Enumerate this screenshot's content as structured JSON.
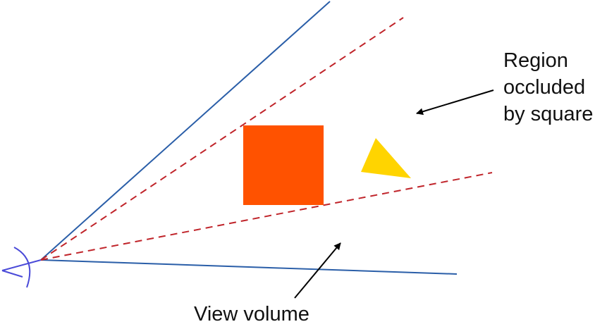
{
  "labels": {
    "occluded_region": {
      "line1": "Region",
      "line2": "occluded",
      "line3": "by square"
    },
    "view_volume": "View volume"
  },
  "colors": {
    "view_volume_lines": "#2a5ea8",
    "occlusion_lines": "#c0242a",
    "square": "#ff5200",
    "triangle": "#ffd400",
    "eye": "#4a4ad8",
    "arrows": "#000000"
  },
  "icons": {
    "eye": "eye-icon"
  }
}
